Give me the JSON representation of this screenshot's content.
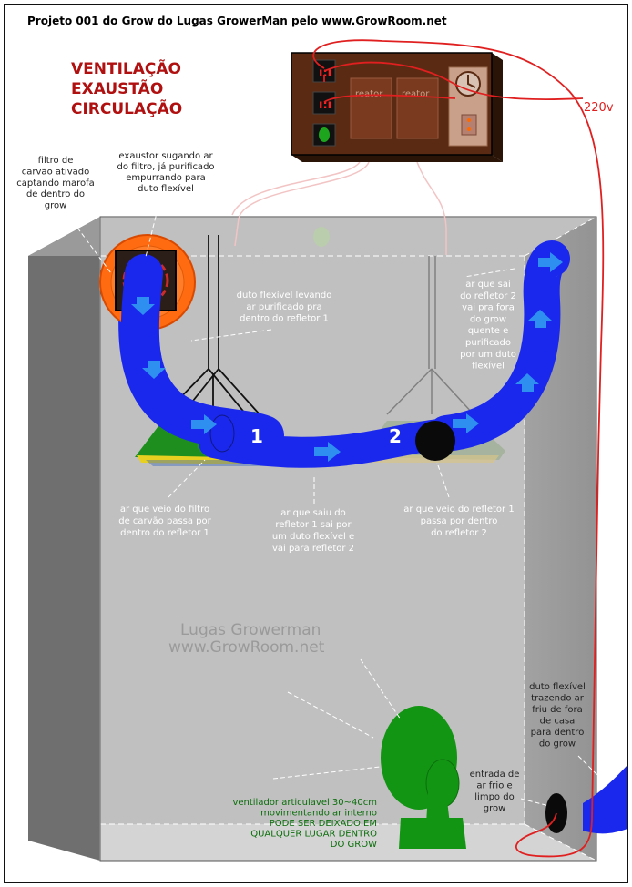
{
  "title": "Projeto 001 do Grow do Lugas GrowerMan pelo www.GrowRoom.net",
  "headings": [
    "VENTILAÇÃO",
    "EXAUSTÃO",
    "CIRCULAÇÃO"
  ],
  "voltage": "220v",
  "ballast_labels": [
    "reator",
    "reator"
  ],
  "reflector_numbers": [
    "1",
    "2"
  ],
  "watermark": [
    "Lugas Growerman",
    "www.GrowRoom.net"
  ],
  "colors": {
    "duct": "#1a28ee",
    "arrow": "#2f8ff0",
    "filter": "#ff6b10",
    "fan": "#119011",
    "panel": "#5a2a12",
    "wire": "#e02020",
    "heading": "#b01010",
    "tent": "#bcbcbc"
  },
  "annotations": {
    "filter": [
      "filtro de",
      "carvão ativado",
      "captando marofa",
      "de dentro do",
      "grow"
    ],
    "exhaust": [
      "exaustor sugando ar",
      "do filtro, já purificado",
      "empurrando para",
      "duto flexível"
    ],
    "duct_to_r1": [
      "duto flexível levando",
      "ar purificado pra",
      "dentro do refletor 1"
    ],
    "exit_r2": [
      "ar que sai",
      "do refletor 2",
      "vai pra fora",
      "do grow",
      "quente e",
      "purificado",
      "por um duto",
      "flexível"
    ],
    "filter_through_r1": [
      "ar que veio do filtro",
      "de carvão passa por",
      "dentro do refletor 1"
    ],
    "r1_to_r2": [
      "ar que saiu do",
      "refletor 1 sai por",
      "um duto flexível e",
      "vai para refletor 2"
    ],
    "r1_through_r2": [
      "ar que veio do refletor 1",
      "passa por dentro",
      "do refletor 2"
    ],
    "intake_duct": [
      "duto flexível",
      "trazendo ar",
      "friu de fora",
      "de casa",
      "para dentro",
      "do grow"
    ],
    "intake": [
      "entrada de",
      "ar frio e",
      "limpo do",
      "grow"
    ],
    "fan": [
      "ventilador articulavel 30~40cm",
      "movimentando ar interno",
      "PODE SER DEIXADO EM",
      "QUALQUER LUGAR DENTRO",
      "DO GROW"
    ]
  }
}
